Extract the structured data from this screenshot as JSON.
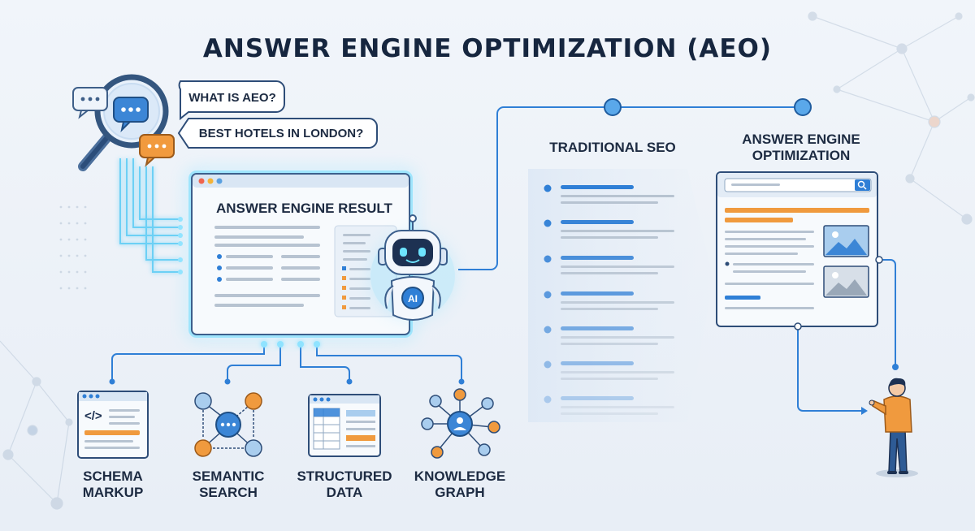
{
  "header": {
    "title": "ANSWER ENGINE OPTIMIZATION (AEO)"
  },
  "query_bubbles": [
    {
      "text": "WHAT IS AEO?"
    },
    {
      "text": "BEST HOTELS IN LONDON?"
    }
  ],
  "result_panel": {
    "title": "ANSWER ENGINE RESULT"
  },
  "robot": {
    "badge": "AI"
  },
  "comparison": {
    "traditional": {
      "label": "TRADITIONAL SEO"
    },
    "aeo": {
      "line1": "ANSWER ENGINE",
      "line2": "OPTIMIZATION"
    }
  },
  "pillars": [
    {
      "line1": "SCHEMA",
      "line2": "MARKUP",
      "icon": "code-window-icon"
    },
    {
      "line1": "SEMANTIC",
      "line2": "SEARCH",
      "icon": "semantic-nodes-icon"
    },
    {
      "line1": "STRUCTURED",
      "line2": "DATA",
      "icon": "data-table-icon"
    },
    {
      "line1": "KNOWLEDGE",
      "line2": "GRAPH",
      "icon": "knowledge-graph-icon"
    }
  ],
  "colors": {
    "navy": "#16263f",
    "blue": "#2f7fd6",
    "light_blue": "#9cc8ef",
    "orange": "#f09a3e",
    "glow": "#5fd6ff"
  }
}
